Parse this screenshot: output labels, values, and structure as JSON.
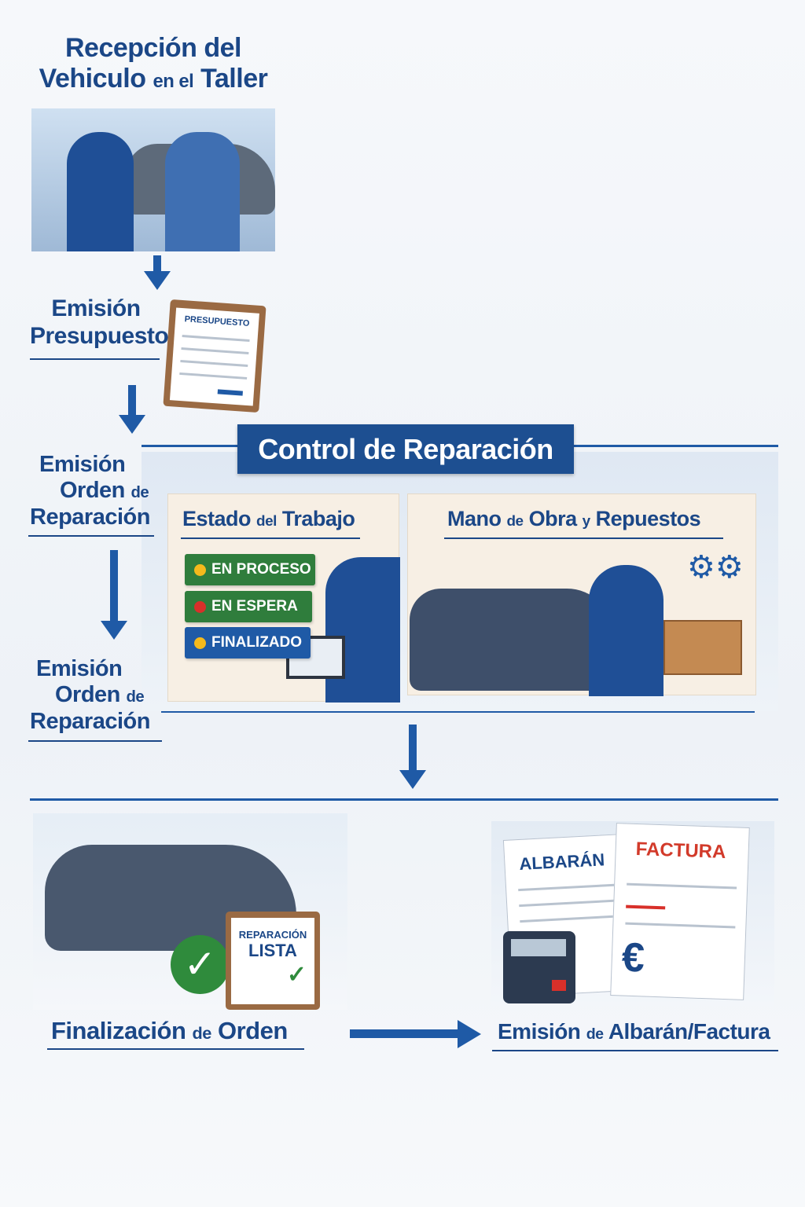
{
  "steps": {
    "reception": {
      "line1": "Recepción del",
      "line2a": "Vehiculo",
      "line2b": "en el",
      "line2c": "Taller"
    },
    "budget": {
      "line1": "Emisión",
      "line2": "Presupuesto",
      "doc_label": "PRESUPUESTO"
    },
    "order1": {
      "line1": "Emisión",
      "line2a": "Orden",
      "line2b": "de",
      "line3": "Reparación"
    },
    "order2": {
      "line1": "Emisión",
      "line2a": "Orden",
      "line2b": "de",
      "line3": "Reparación"
    },
    "control": {
      "title": "Control de Reparación",
      "status_panel": {
        "title_a": "Estado",
        "title_b": "del",
        "title_c": "Trabajo",
        "statuses": [
          {
            "label": "EN PROCESO",
            "dot": "#f4b91c",
            "bg": "#2f7d3c"
          },
          {
            "label": "EN ESPERA",
            "dot": "#d8302a",
            "bg": "#2f7d3c"
          },
          {
            "label": "FINALIZADO",
            "dot": "#f4b91c",
            "bg": "#1f5aa6"
          }
        ]
      },
      "parts_panel": {
        "title_a": "Mano",
        "title_b": "de",
        "title_c": "Obra",
        "title_d": "y",
        "title_e": "Repuestos"
      }
    },
    "finish": {
      "title_a": "Finalización",
      "title_b": "de",
      "title_c": "Orden",
      "sign_line1": "REPARACIÓN",
      "sign_line2": "LISTA"
    },
    "invoice": {
      "title_a": "Emisión",
      "title_b": "de",
      "title_c": "Albarán/Factura",
      "doc1": "ALBARÁN",
      "doc2": "FACTURA",
      "currency": "€"
    }
  },
  "colors": {
    "primary": "#1b4787",
    "accent": "#1f5aa6",
    "red": "#d8302a"
  }
}
